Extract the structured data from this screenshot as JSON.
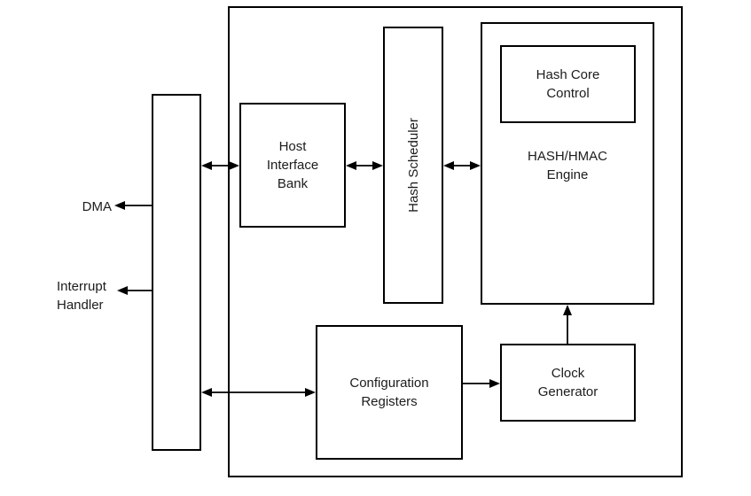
{
  "diagram": {
    "blocks": {
      "host_interface_bank": "Host\nInterface\nBank",
      "hash_scheduler": "Hash Scheduler",
      "hash_hmac_engine": "HASH/HMAC\nEngine",
      "hash_core_control": "Hash Core\nControl",
      "configuration_registers": "Configuration\nRegisters",
      "clock_generator": "Clock\nGenerator"
    },
    "external_labels": {
      "dma": "DMA",
      "interrupt_handler": "Interrupt\nHandler"
    },
    "connections": [
      {
        "from": "system-bus-bar",
        "to": "dma",
        "type": "single",
        "arrow_points": "left"
      },
      {
        "from": "system-bus-bar",
        "to": "interrupt-handler",
        "type": "single",
        "arrow_points": "left"
      },
      {
        "from": "system-bus-bar",
        "to": "host-interface-bank",
        "type": "bidirectional"
      },
      {
        "from": "host-interface-bank",
        "to": "hash-scheduler",
        "type": "bidirectional"
      },
      {
        "from": "hash-scheduler",
        "to": "hash-hmac-engine",
        "type": "bidirectional"
      },
      {
        "from": "system-bus-bar",
        "to": "configuration-registers",
        "type": "bidirectional"
      },
      {
        "from": "configuration-registers",
        "to": "clock-generator",
        "type": "single",
        "arrow_points": "right"
      },
      {
        "from": "clock-generator",
        "to": "hash-hmac-engine",
        "type": "single",
        "arrow_points": "up"
      }
    ],
    "colors": {
      "line": "#000000",
      "text": "#1c1c1c",
      "background": "#ffffff"
    }
  }
}
